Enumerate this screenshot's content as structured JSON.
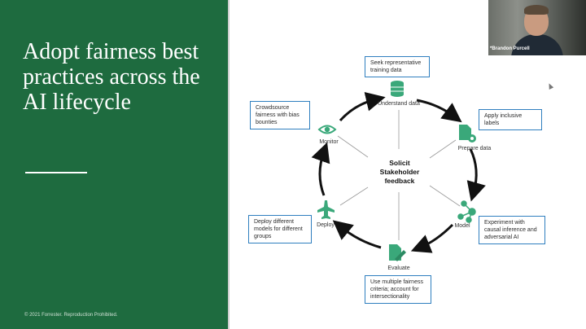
{
  "slide": {
    "title": "Adopt fairness best practices across the AI lifecycle",
    "copyright": "© 2021 Forrester. Reproduction Prohibited.",
    "center_text": "Solicit Stakeholder feedback",
    "accent_color": "#1e6b3f",
    "icon_color": "#3aa87a",
    "callout_border_color": "#2f7fbf",
    "nodes": [
      {
        "label": "Understand data",
        "icon": "database-icon"
      },
      {
        "label": "Prepare data",
        "icon": "document-gear-icon"
      },
      {
        "label": "Model",
        "icon": "network-icon"
      },
      {
        "label": "Evaluate",
        "icon": "document-pen-icon"
      },
      {
        "label": "Deploy",
        "icon": "airplane-icon"
      },
      {
        "label": "Monitor",
        "icon": "eye-icon"
      }
    ],
    "callouts": {
      "understand": "Seek representative training data",
      "prepare": "Apply inclusive labels",
      "model": "Experiment with causal inference and adversarial AI",
      "evaluate": "Use multiple fairness criteria; account for intersectionality",
      "deploy": "Deploy different models for different groups",
      "monitor": "Crowdsource fairness with bias bounties"
    }
  },
  "video": {
    "participant_name": "*Brandon Purcell"
  }
}
